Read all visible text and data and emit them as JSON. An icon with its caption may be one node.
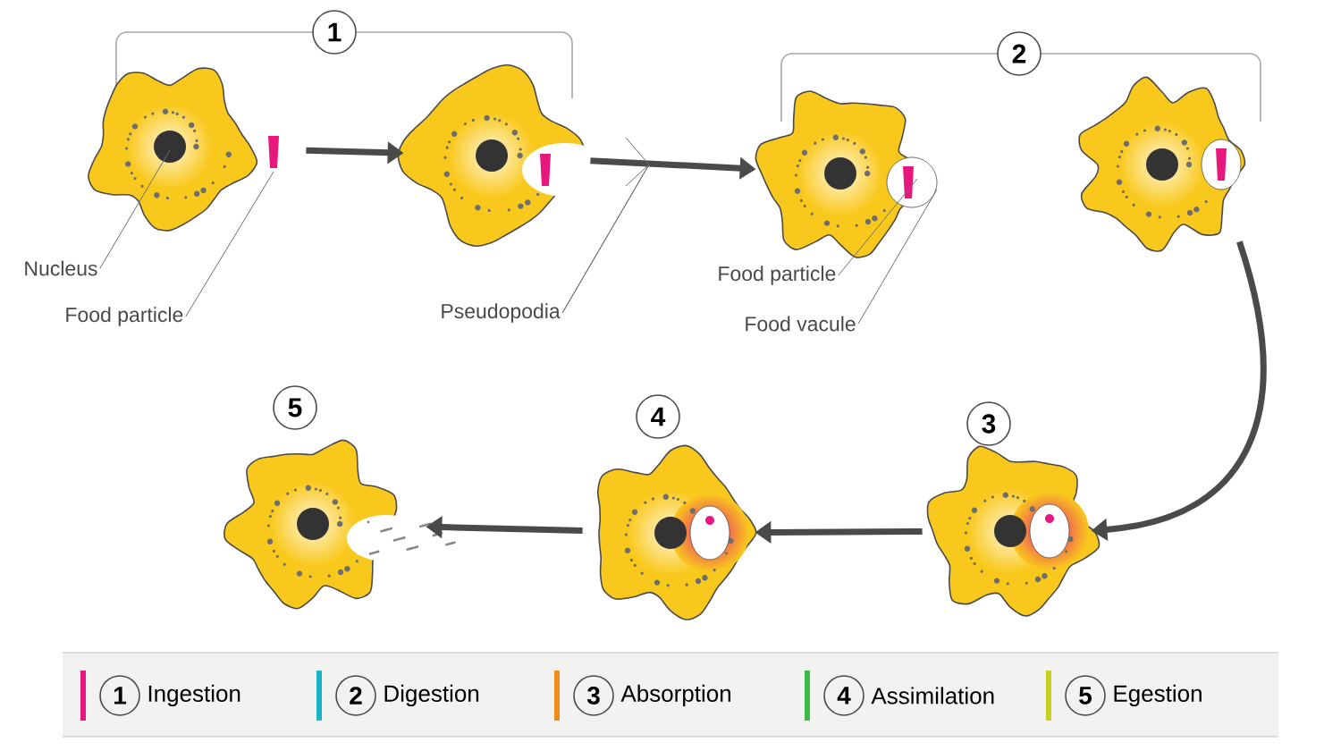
{
  "diagram": {
    "nodes": [
      {
        "text": [
          "1"
        ]
      },
      {
        "text": [],
        "shape": "picture"
      },
      {
        "text": [],
        "shape": "picture"
      },
      {
        "text": [
          "2"
        ]
      },
      {
        "text": [],
        "shape": "picture"
      },
      {
        "text": [],
        "shape": "picture"
      },
      {
        "text": [
          "3"
        ]
      },
      {
        "text": [],
        "shape": "picture"
      },
      {
        "text": [
          "4"
        ]
      },
      {
        "text": [],
        "shape": "picture"
      },
      {
        "text": [
          "5"
        ]
      },
      {
        "text": [],
        "shape": "picture"
      },
      {
        "text": [
          "Nucleus"
        ]
      },
      {
        "text": [
          "Food particle"
        ]
      },
      {
        "text": [
          "Pseudopodia"
        ]
      },
      {
        "text": [
          "Food particle"
        ]
      },
      {
        "text": [
          "Food vacule"
        ]
      }
    ],
    "edges": [
      {
        "from": 1,
        "to": 2,
        "arrow": "to",
        "style": "thick"
      },
      {
        "from": 2,
        "to": 4,
        "arrow": "to",
        "style": "thick"
      },
      {
        "from": 5,
        "to": 7,
        "arrow": "to",
        "style": "thick"
      },
      {
        "from": 7,
        "to": 9,
        "arrow": "to",
        "style": "thick"
      },
      {
        "from": 9,
        "to": 11,
        "arrow": "to",
        "style": "thick"
      },
      {
        "from": 12,
        "to": 1,
        "arrow": "none"
      },
      {
        "from": 13,
        "to": 1,
        "arrow": "none"
      },
      {
        "from": 14,
        "to": 2,
        "arrow": "none"
      },
      {
        "from": 14,
        "to": 2,
        "arrow": "none"
      },
      {
        "from": 15,
        "to": 4,
        "arrow": "none"
      },
      {
        "from": 16,
        "to": 4,
        "arrow": "none"
      }
    ],
    "labels": [
      "1",
      "2",
      "3",
      "4",
      "5"
    ],
    "legend": [
      {
        "text": "Ingestion",
        "color": "#e8177d"
      },
      {
        "text": "Digestion",
        "color": "#1ab3c8"
      },
      {
        "text": "Absorption",
        "color": "#f28c1c"
      },
      {
        "text": "Assimilation",
        "color": "#3cba4a"
      },
      {
        "text": "Egestion",
        "color": "#c9cf1e"
      }
    ]
  }
}
